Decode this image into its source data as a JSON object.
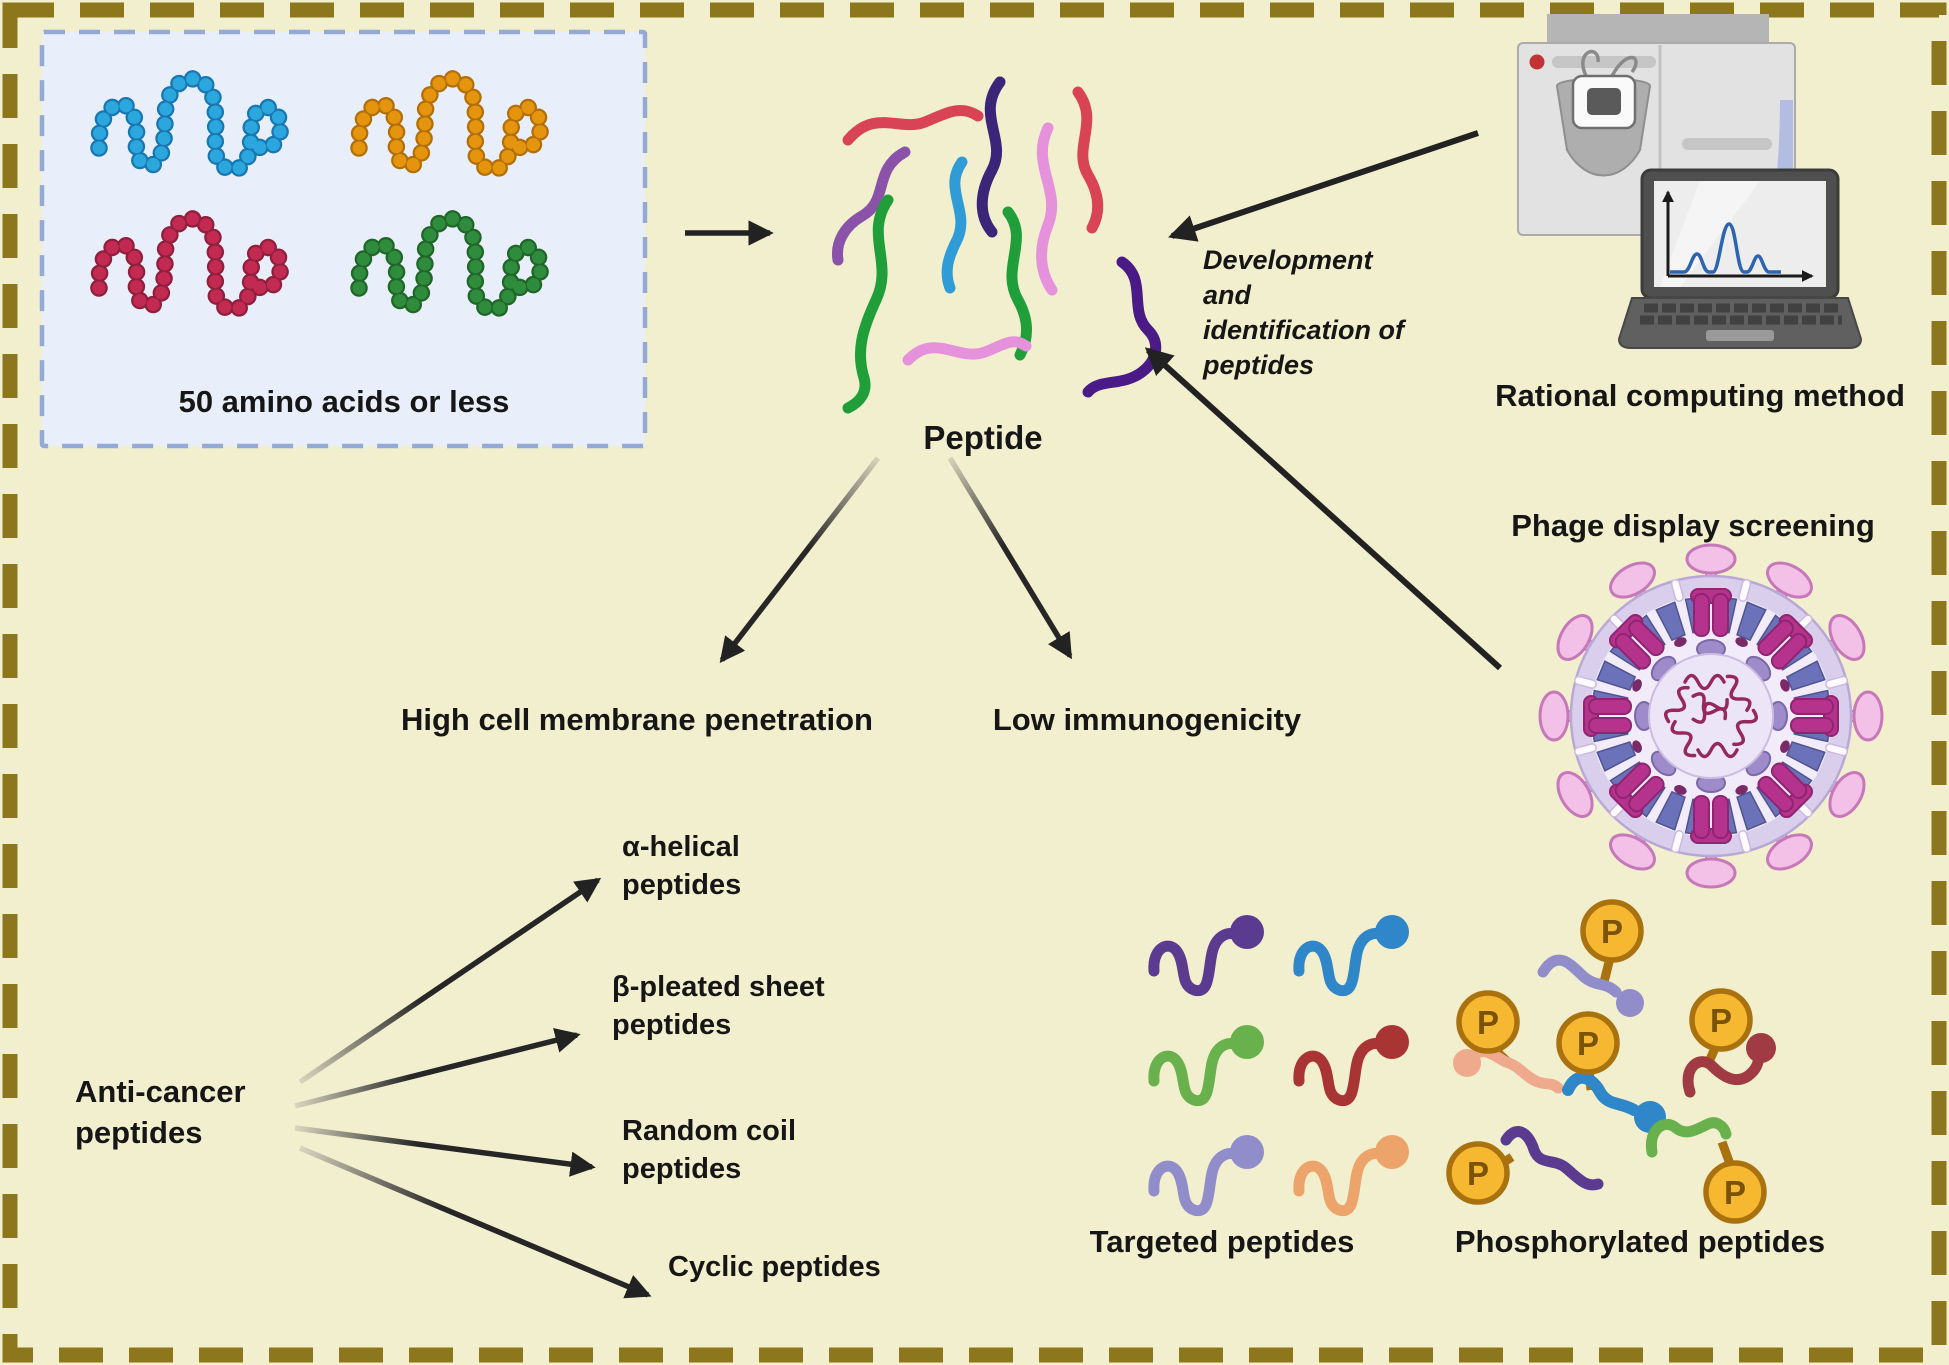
{
  "figure": {
    "title_region": "Peptide development diagram",
    "palette": {
      "background": "#f2efce",
      "outer_border": "#8d771d",
      "amino_box_bg": "#e9effa",
      "amino_box_border": "#94a9d4",
      "text": "#161616",
      "chain_blue": "#2ba7dd",
      "chain_orange": "#e5940e",
      "chain_red": "#c22a52",
      "chain_green": "#2f8c3c",
      "phosphate_fill": "#f6b831",
      "phosphate_ring": "#a9720f"
    }
  },
  "amino_box": {
    "label": "50 amino acids or less"
  },
  "peptide": {
    "label": "Peptide"
  },
  "annotations": {
    "development_note": "Development\nand\nidentification of\npeptides"
  },
  "methods": {
    "rational": "Rational computing method",
    "phage": "Phage display screening"
  },
  "properties": {
    "high": "High cell membrane penetration",
    "low": "Low immunogenicity"
  },
  "anticancer": {
    "label": "Anti-cancer\npeptides",
    "types": [
      "α-helical\npeptides",
      "β-pleated sheet\npeptides",
      "Random coil\npeptides",
      "Cyclic peptides"
    ]
  },
  "bottom": {
    "targeted": "Targeted peptides",
    "phospho": "Phosphorylated peptides",
    "phosphate_symbol": "P"
  }
}
